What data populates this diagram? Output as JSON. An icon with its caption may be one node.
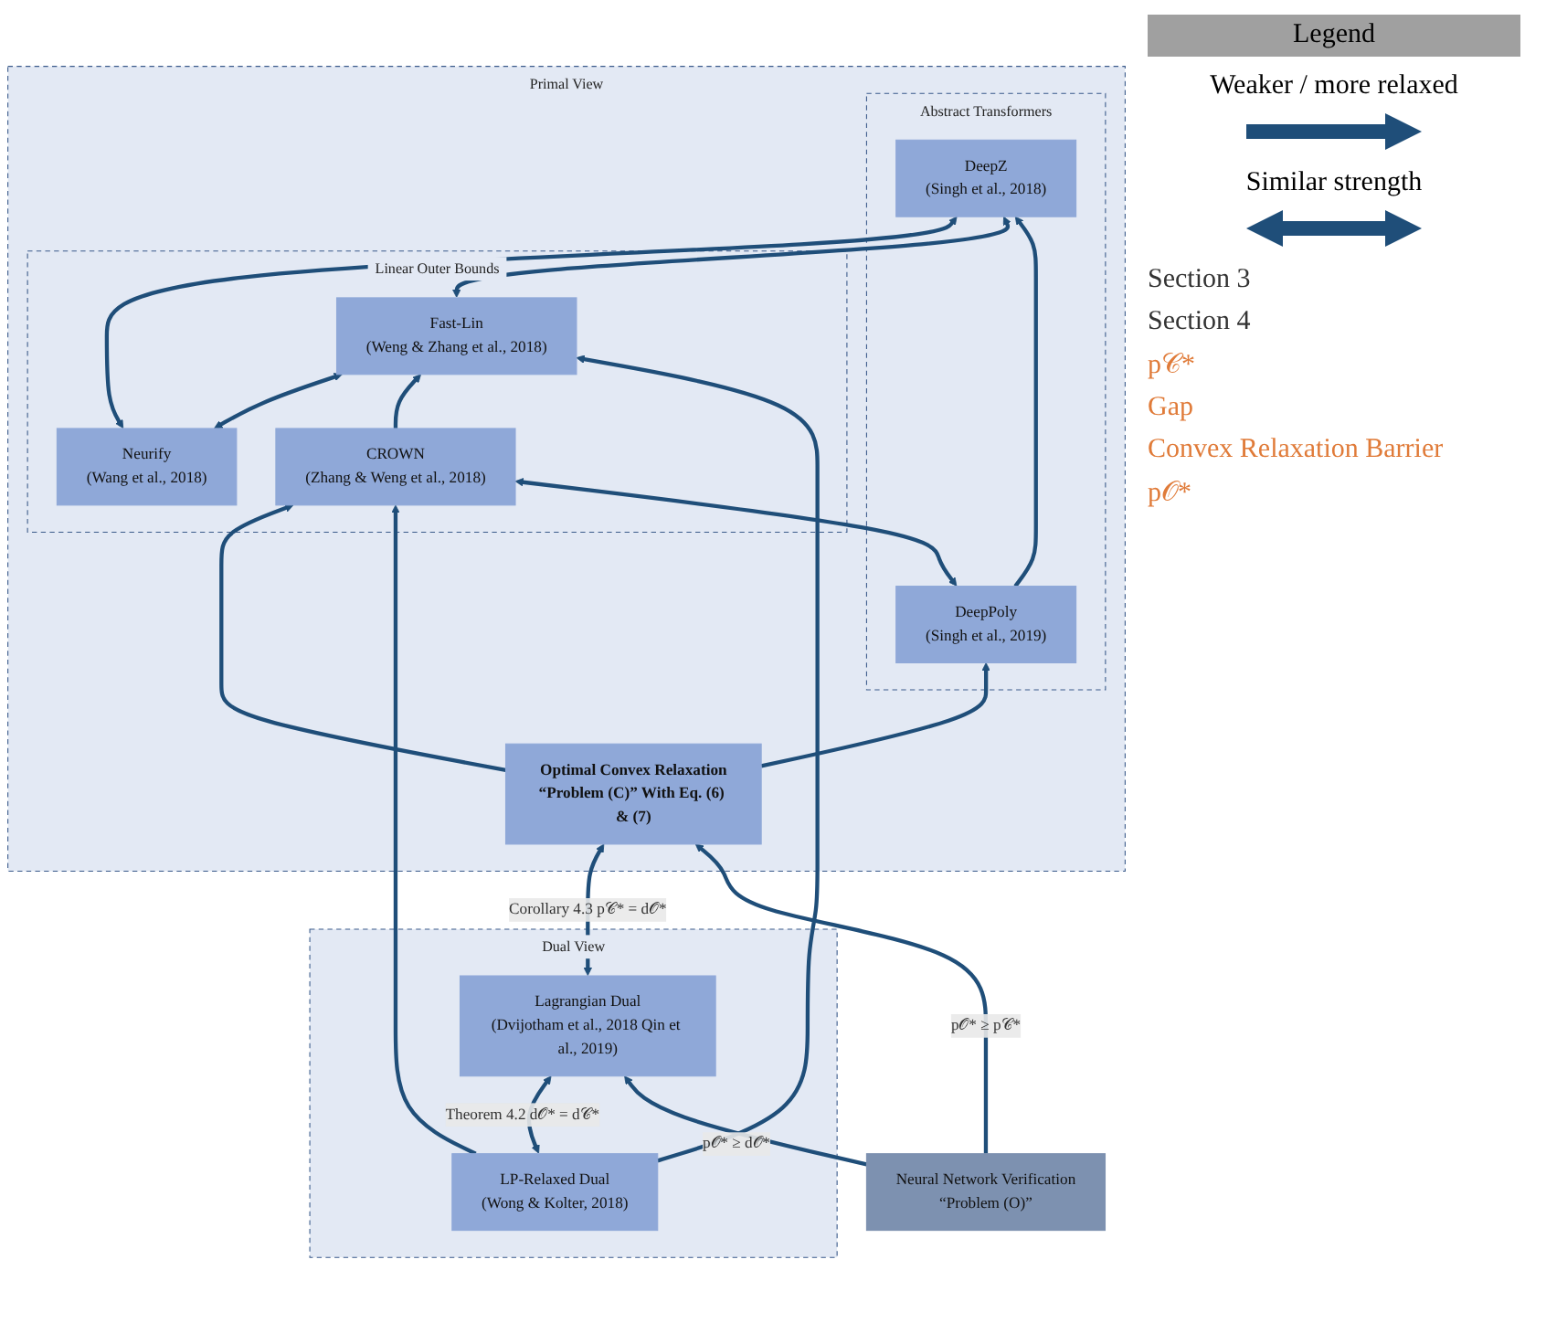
{
  "diagram": {
    "nodes": [
      {
        "text": [
          "Primal View"
        ]
      },
      {
        "text": [
          "Abstract Transformers"
        ],
        "in": 0
      },
      {
        "text": [
          "DeepZ",
          "(Singh et al., 2018)"
        ],
        "in": 1
      },
      {
        "text": [
          "DeepPoly",
          "(Singh et al., 2019)"
        ],
        "in": 1
      },
      {
        "text": [
          "Linear Outer Bounds"
        ],
        "in": 0
      },
      {
        "text": [
          "Neurify",
          "(Wang et al., 2018)"
        ],
        "in": 4
      },
      {
        "text": [
          "Fast-Lin",
          "(Weng & Zhang et al., 2018)"
        ],
        "in": 4
      },
      {
        "text": [
          "CROWN",
          "(Zhang & Weng et al., 2018)"
        ],
        "in": 4
      },
      {
        "text": [
          "Optimal Convex Relaxation",
          "“Problem (C)” With Eq. (6) & (7)"
        ],
        "in": 0
      },
      {
        "text": [
          "Dual View"
        ]
      },
      {
        "text": [
          "LP-Relaxed Dual",
          "(Wong & Kolter, 2018)"
        ],
        "in": 9
      },
      {
        "text": [
          "Lagrangian Dual",
          "(Dvijotham et al., 2018 Qin et al., 2019)"
        ],
        "in": 9
      },
      {
        "text": [
          "Neural Network Verification",
          "“Problem (O)”"
        ]
      }
    ],
    "edges": [
      {
        "from": 5,
        "to": 2,
        "arrow": "both"
      },
      {
        "from": 6,
        "to": 2,
        "arrow": "both"
      },
      {
        "from": 5,
        "to": 6,
        "arrow": "both"
      },
      {
        "from": 3,
        "to": 2,
        "arrow": "to"
      },
      {
        "from": 7,
        "to": 6,
        "arrow": "to"
      },
      {
        "from": 3,
        "to": 7,
        "arrow": "both"
      },
      {
        "from": 8,
        "to": 3,
        "arrow": "to"
      },
      {
        "from": 8,
        "to": 7,
        "arrow": "to"
      },
      {
        "from": 10,
        "to": 6,
        "arrow": "to"
      },
      {
        "from": 10,
        "to": 7,
        "arrow": "to"
      },
      {
        "from": 10,
        "to": 11,
        "arrow": "both",
        "label": "Theorem 4.2 d𝒪* = d𝒞*"
      },
      {
        "from": 11,
        "to": 8,
        "arrow": "both",
        "label": "Corollary 4.3 p𝒞* = d𝒪*"
      },
      {
        "from": 12,
        "to": 8,
        "arrow": "to",
        "label": "p𝒪* ≥ p𝒞*"
      },
      {
        "from": 12,
        "to": 11,
        "arrow": "to",
        "label": "p𝒪* ≥ d𝒪*"
      }
    ],
    "labels": [
      "Legend",
      "Section 3",
      "Section 4",
      "p𝒞*",
      "Gap",
      "Convex Relaxation Barrier",
      "p𝒪*"
    ],
    "legend": [
      {
        "text": "Weaker / more relaxed"
      },
      {
        "text": "Similar strength"
      }
    ]
  }
}
